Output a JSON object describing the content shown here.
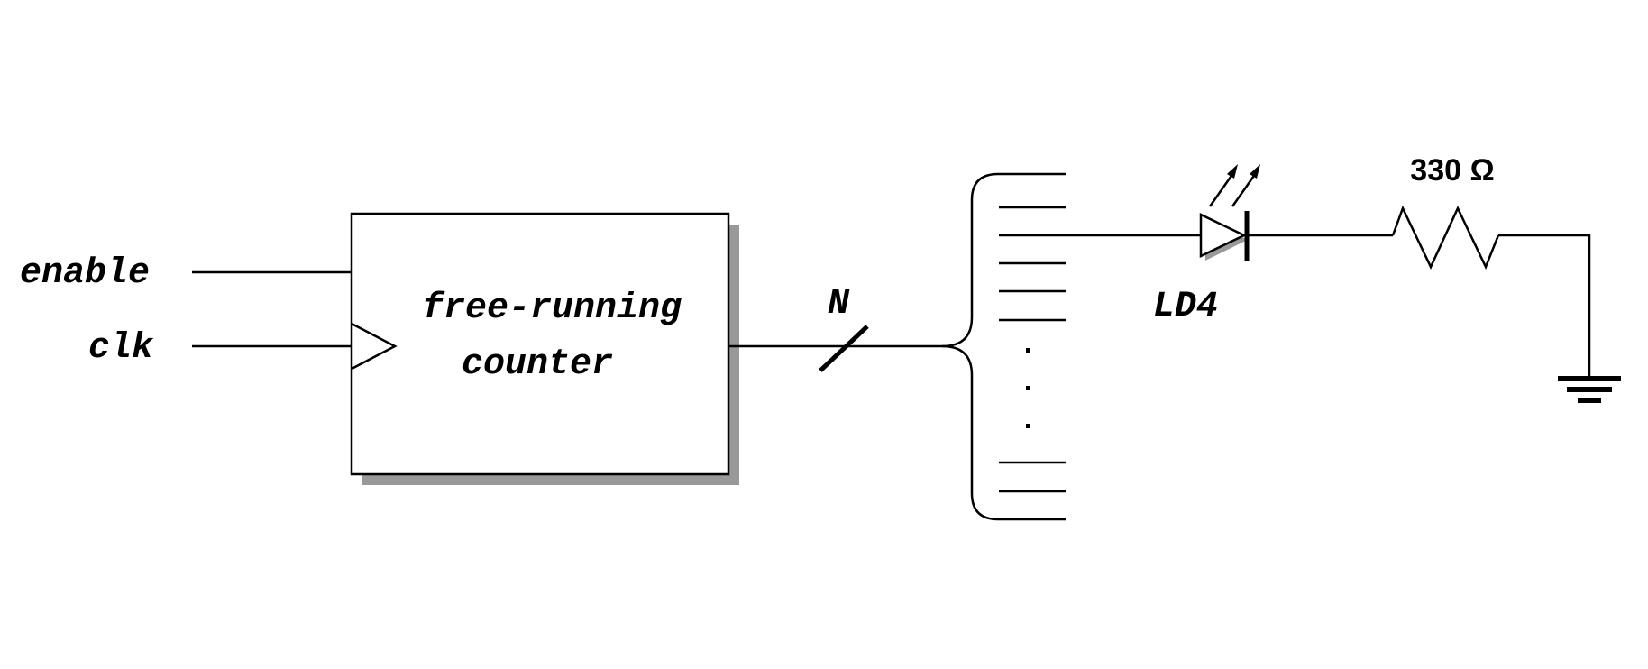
{
  "inputs": {
    "enable": "enable",
    "clk": "clk"
  },
  "counter": {
    "line1": "free-running",
    "line2": "counter"
  },
  "bus_width_label": "N",
  "led_label": "LD4",
  "resistor_label": "330 Ω",
  "colors": {
    "stroke": "#000000",
    "shadow": "#999999",
    "background": "#ffffff"
  }
}
